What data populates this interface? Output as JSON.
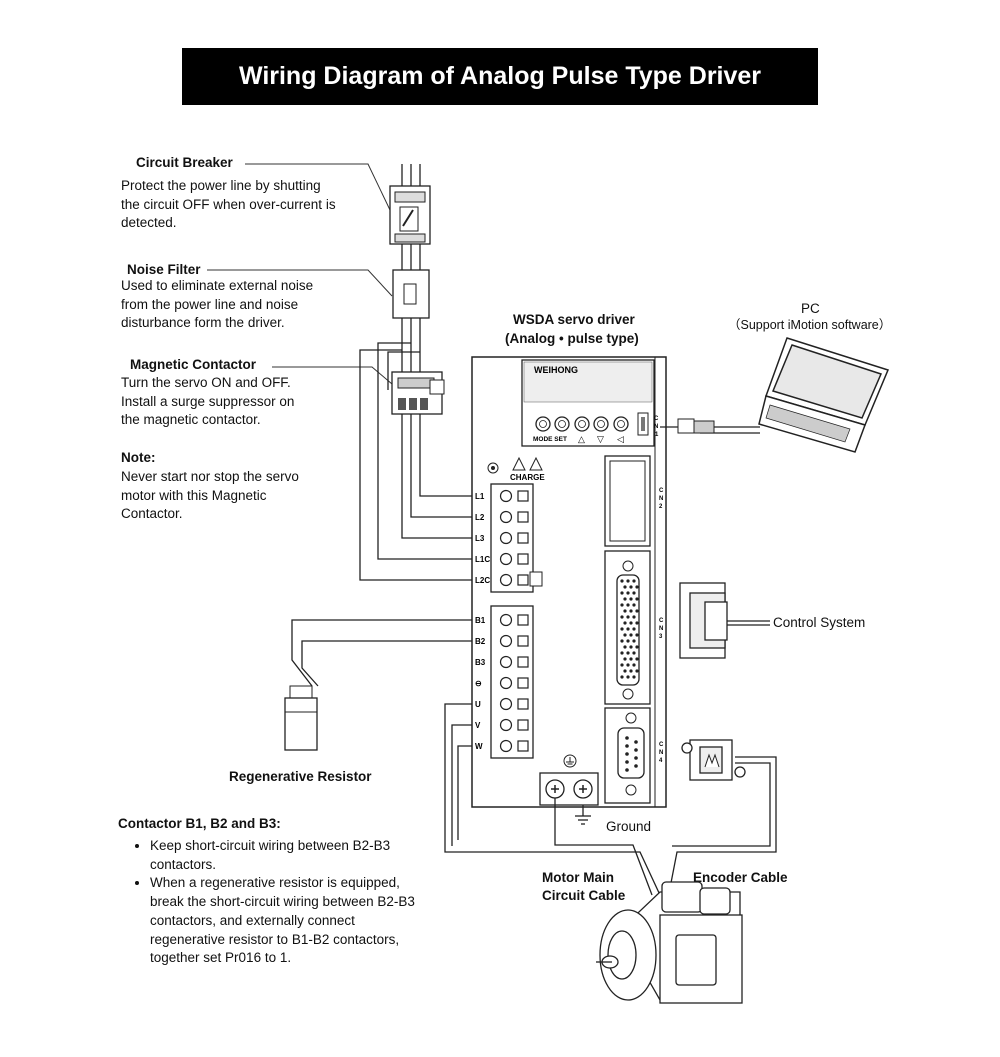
{
  "title": "Wiring Diagram of Analog Pulse Type Driver",
  "circuit_breaker": {
    "heading": "Circuit Breaker",
    "desc": [
      "Protect the power line by shutting",
      "the circuit OFF when over-current is",
      "detected."
    ]
  },
  "noise_filter": {
    "heading": "Noise Filter",
    "desc": [
      "Used to eliminate external noise",
      "from the power line and noise",
      "disturbance form the driver."
    ]
  },
  "magnetic_contactor": {
    "heading": "Magnetic Contactor",
    "desc": [
      "Turn the servo ON and OFF.",
      "Install a surge suppressor on",
      "the magnetic contactor."
    ]
  },
  "note": {
    "heading": "Note:",
    "desc": [
      "Never start nor stop the servo",
      "motor with this Magnetic",
      "Contactor."
    ]
  },
  "driver": {
    "name": "WSDA servo driver",
    "type": "(Analog • pulse type)",
    "brand": "WEIHONG",
    "mode_label": "MODE SET",
    "charge_label": "CHARGE",
    "cn1": "CN1",
    "cn2": "CN2",
    "cn3": "CN3",
    "cn4": "CN4",
    "power_terminals": [
      "L1",
      "L2",
      "L3",
      "L1C",
      "L2C"
    ],
    "output_terminals": [
      "B1",
      "B2",
      "B3",
      "⊖",
      "U",
      "V",
      "W"
    ]
  },
  "pc": {
    "label": "PC",
    "sub": "（Support iMotion software）"
  },
  "control_system": "Control System",
  "regenerative_resistor": "Regenerative Resistor",
  "ground": "Ground",
  "motor_cable": [
    "Motor Main",
    "Circuit Cable"
  ],
  "encoder_cable": "Encoder Cable",
  "contactor_b": {
    "heading": "Contactor B1, B2 and B3:",
    "bullets": [
      "Keep short-circuit wiring between B2-B3 contactors.",
      "When a regenerative resistor is equipped, break the short-circuit wiring between B2-B3 contactors, and externally connect regenerative resistor to B1-B2 contactors, together set Pr016 to 1."
    ]
  }
}
